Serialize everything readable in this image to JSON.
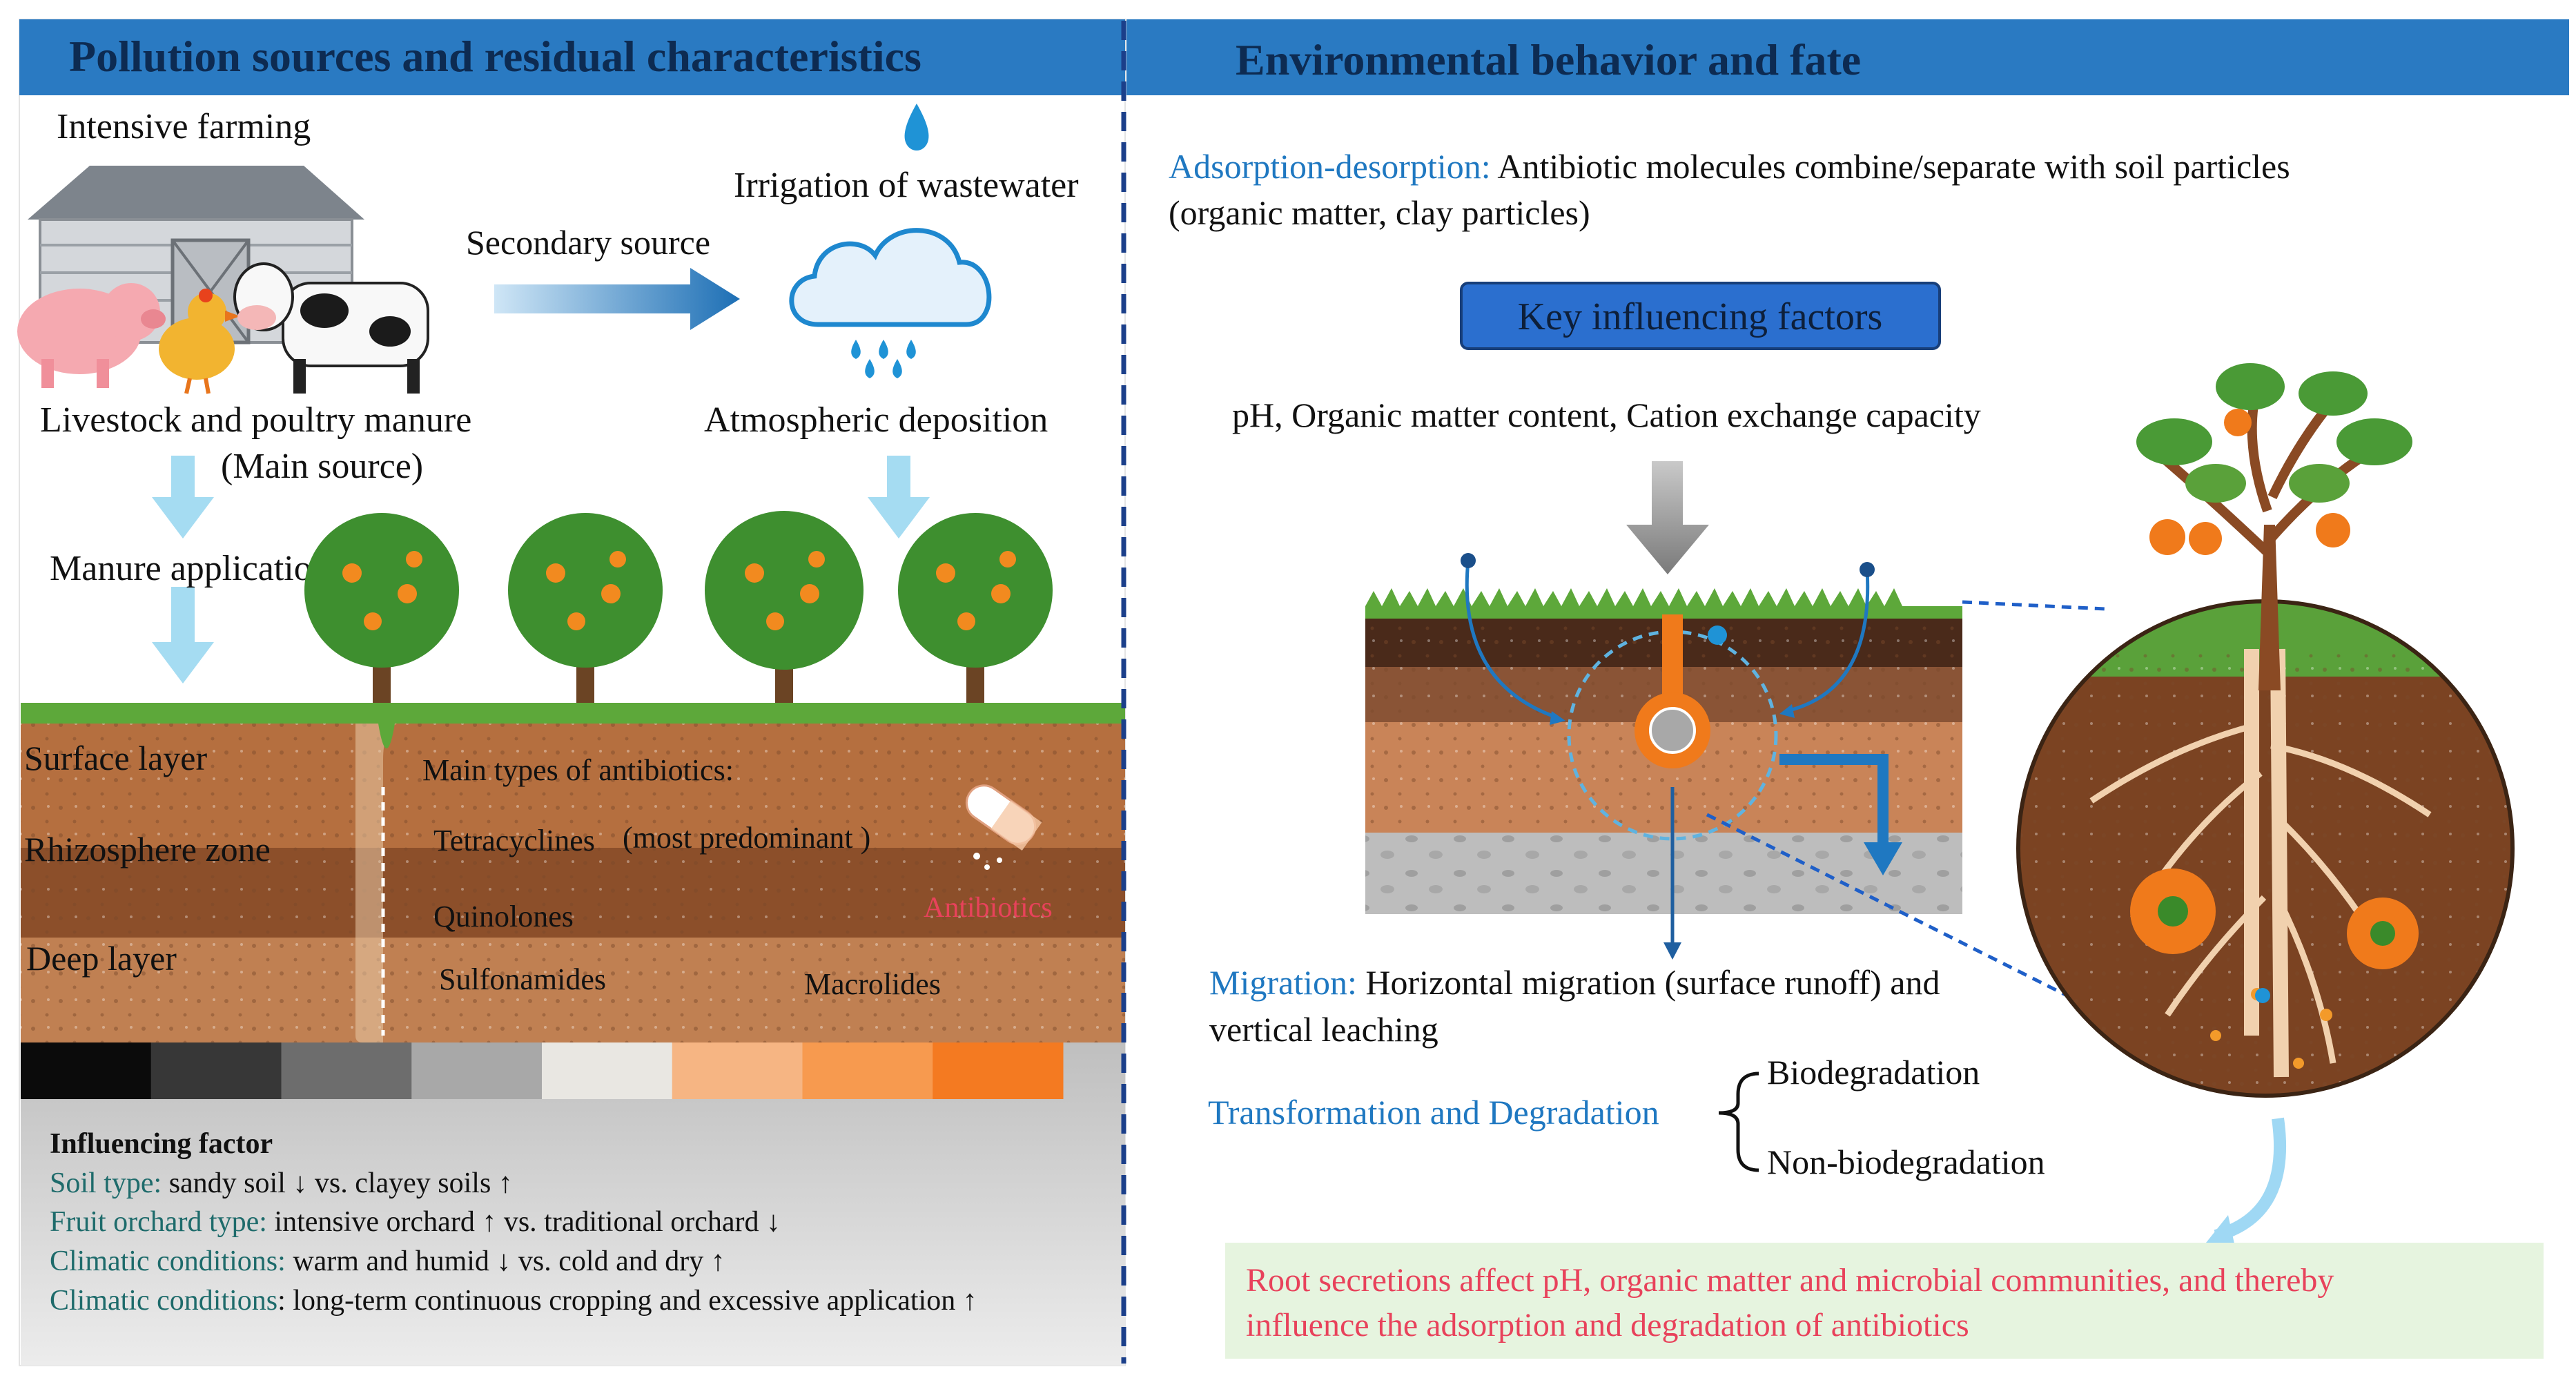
{
  "left_panel": {
    "title": "Pollution sources and residual characteristics",
    "intensive_farming": "Intensive farming",
    "irrigation": "Irrigation of wastewater",
    "secondary_source": "Secondary source",
    "livestock_manure": "Livestock and poultry manure",
    "main_source": "(Main source)",
    "atmospheric_deposition": "Atmospheric deposition",
    "manure_application": "Manure application",
    "surface_layer": "Surface layer",
    "rhizosphere_zone": "Rhizosphere zone",
    "deep_layer": "Deep layer",
    "antibiotics_heading": "Main types of antibiotics:",
    "antibiotic_types": {
      "tetracyclines": "Tetracyclines",
      "tetracyclines_note": "(most predominant )",
      "quinolones": "Quinolones",
      "sulfonamides": "Sulfonamides",
      "macrolides": "Macrolides"
    },
    "antibiotics_label": "Antibiotics",
    "color_scale": [
      "#0b0b0b",
      "#373737",
      "#6d6d6d",
      "#a8a8a8",
      "#e9e7e2",
      "#f6b583",
      "#f79a4f",
      "#f47a21"
    ],
    "influencing_factor": {
      "heading": "Influencing factor",
      "rows": [
        {
          "label": "Soil type:",
          "text": " sandy soil ↓ vs. clayey soils ↑"
        },
        {
          "label": "Fruit orchard type:",
          "text": " intensive orchard ↑ vs. traditional orchard ↓"
        },
        {
          "label": "Climatic conditions:",
          "text": " warm and humid ↓ vs. cold and dry ↑"
        },
        {
          "label": "Climatic conditions",
          "text": ": long-term continuous cropping and excessive application ↑"
        }
      ]
    }
  },
  "right_panel": {
    "title": "Environmental behavior and fate",
    "adsorption_label": "Adsorption-desorption:",
    "adsorption_text_1": " Antibiotic molecules combine/separate with soil particles",
    "adsorption_text_2": "(organic matter, clay particles)",
    "key_factors": "Key influencing factors",
    "factors_list": "pH, Organic matter content, Cation exchange capacity",
    "migration_label": "Migration:",
    "migration_text_1": " Horizontal migration (surface runoff) and",
    "migration_text_2": "vertical leaching",
    "transformation_label": "Transformation and Degradation",
    "biodegradation": "Biodegradation",
    "non_biodegradation": "Non-biodegradation",
    "root_secretions_1": "Root secretions affect pH, organic matter and microbial communities, and thereby",
    "root_secretions_2": "influence the adsorption and degradation of antibiotics"
  },
  "colors": {
    "header_blue": "#2a7ac2",
    "accent_blue": "#1f78c1",
    "teal_label": "#1e6b6b",
    "red_text": "#e8425b",
    "box_fill": "#2b6fcf",
    "green_box": "#e6f4df"
  }
}
